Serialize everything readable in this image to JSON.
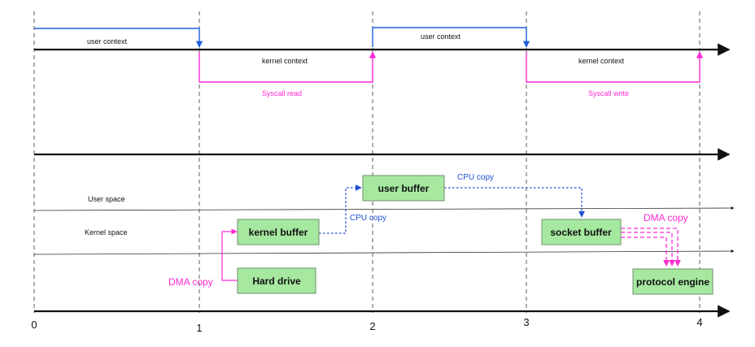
{
  "timeline": {
    "ticks": [
      "0",
      "1",
      "2",
      "3",
      "4"
    ],
    "user_context_1": "user context",
    "user_context_2": "user context",
    "kernel_context_1": "kernel context",
    "kernel_context_2": "kernel context",
    "syscall_read": "Syscall read",
    "syscall_write": "Syscall write"
  },
  "spaces": {
    "user_space": "User space",
    "kernel_space": "Kernel space"
  },
  "boxes": {
    "user_buffer": "user buffer",
    "kernel_buffer": "kernel buffer",
    "socket_buffer": "socket buffer",
    "hard_drive": "Hard drive",
    "protocol_engine": "protocol engine"
  },
  "copies": {
    "dma_copy_read": "DMA copy",
    "cpu_copy_to_user": "CPU copy",
    "cpu_copy_to_socket": "CPU copy",
    "dma_copy_write": "DMA copy"
  },
  "colors": {
    "user_context": "#1f5fe0",
    "kernel_context": "#ff2ad4",
    "cpu_copy": "#1f4fd6",
    "dma_copy": "#ff2ad4",
    "box_fill": "#a6e8a0",
    "box_border": "#6e8f6b",
    "axis": "#111111"
  }
}
